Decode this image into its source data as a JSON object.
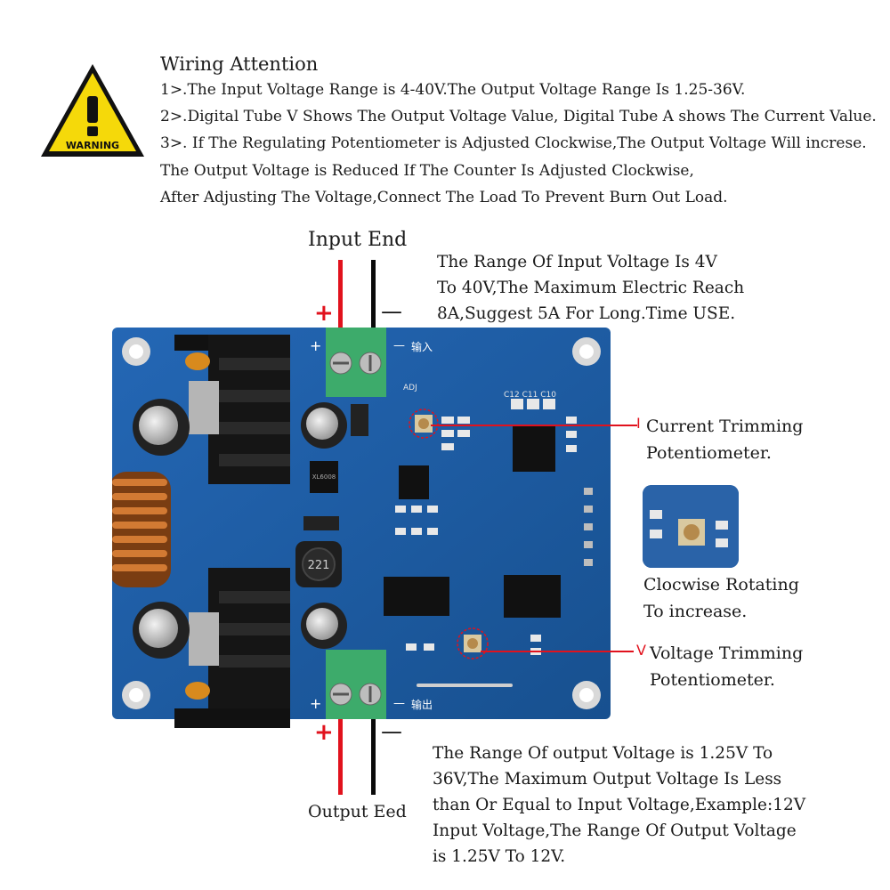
{
  "wiring_attention": {
    "title": "Wiring Attention",
    "lines": [
      "1>.The Input Voltage Range is 4-40V.The Output  Voltage Range Is 1.25-36V.",
      "2>.Digital Tube V Shows The Output Voltage Value, Digital Tube A shows The Current Value.",
      "3>. If The Regulating Potentiometer is Adjusted Clockwise,The Output Voltage Will increse.",
      "The Output Voltage is Reduced If The Counter Is Adjusted Clockwise,",
      "After Adjusting The Voltage,Connect The Load To Prevent Burn Out Load."
    ]
  },
  "warning_sign": {
    "label": "WARNING",
    "symbol": "!"
  },
  "input": {
    "title": "Input End",
    "plus": "+",
    "minus": "—",
    "description": [
      "The Range Of Input Voltage Is 4V",
      "To 40V,The Maximum Electric Reach",
      "8A,Suggest 5A For Long.Time USE."
    ]
  },
  "output": {
    "title": "Output Eed",
    "plus": "+",
    "minus": "—",
    "description": [
      "The Range Of output Voltage is 1.25V To",
      "36V,The Maximum Output Voltage Is Less",
      "than Or Equal to Input Voltage,Example:12V",
      "Input Voltage,The Range Of Output Voltage",
      "is 1.25V To 12V."
    ]
  },
  "current_trim": {
    "marker": "I",
    "lines": [
      "Current Trimming",
      "Potentiometer."
    ]
  },
  "voltage_trim": {
    "marker": "V",
    "lines": [
      "Voltage Trimming",
      "Potentiometer."
    ]
  },
  "clockwise": {
    "lines": [
      "Clocwise Rotating",
      "To increase."
    ]
  },
  "board_labels": {
    "in_plus": "+",
    "in_minus": "—",
    "in_text": "输入",
    "out_plus": "+",
    "out_minus": "—",
    "out_text": "输出",
    "inductor": "221",
    "adj": "ADJ",
    "caps": "C12 C11 C10",
    "chip": "XL6008"
  },
  "colors": {
    "pcb": "#1f5fae",
    "pcb_dark": "#184a8a",
    "accent_red": "#e1121d",
    "terminal": "#3dab6b",
    "warning_yellow": "#f5d90a"
  }
}
